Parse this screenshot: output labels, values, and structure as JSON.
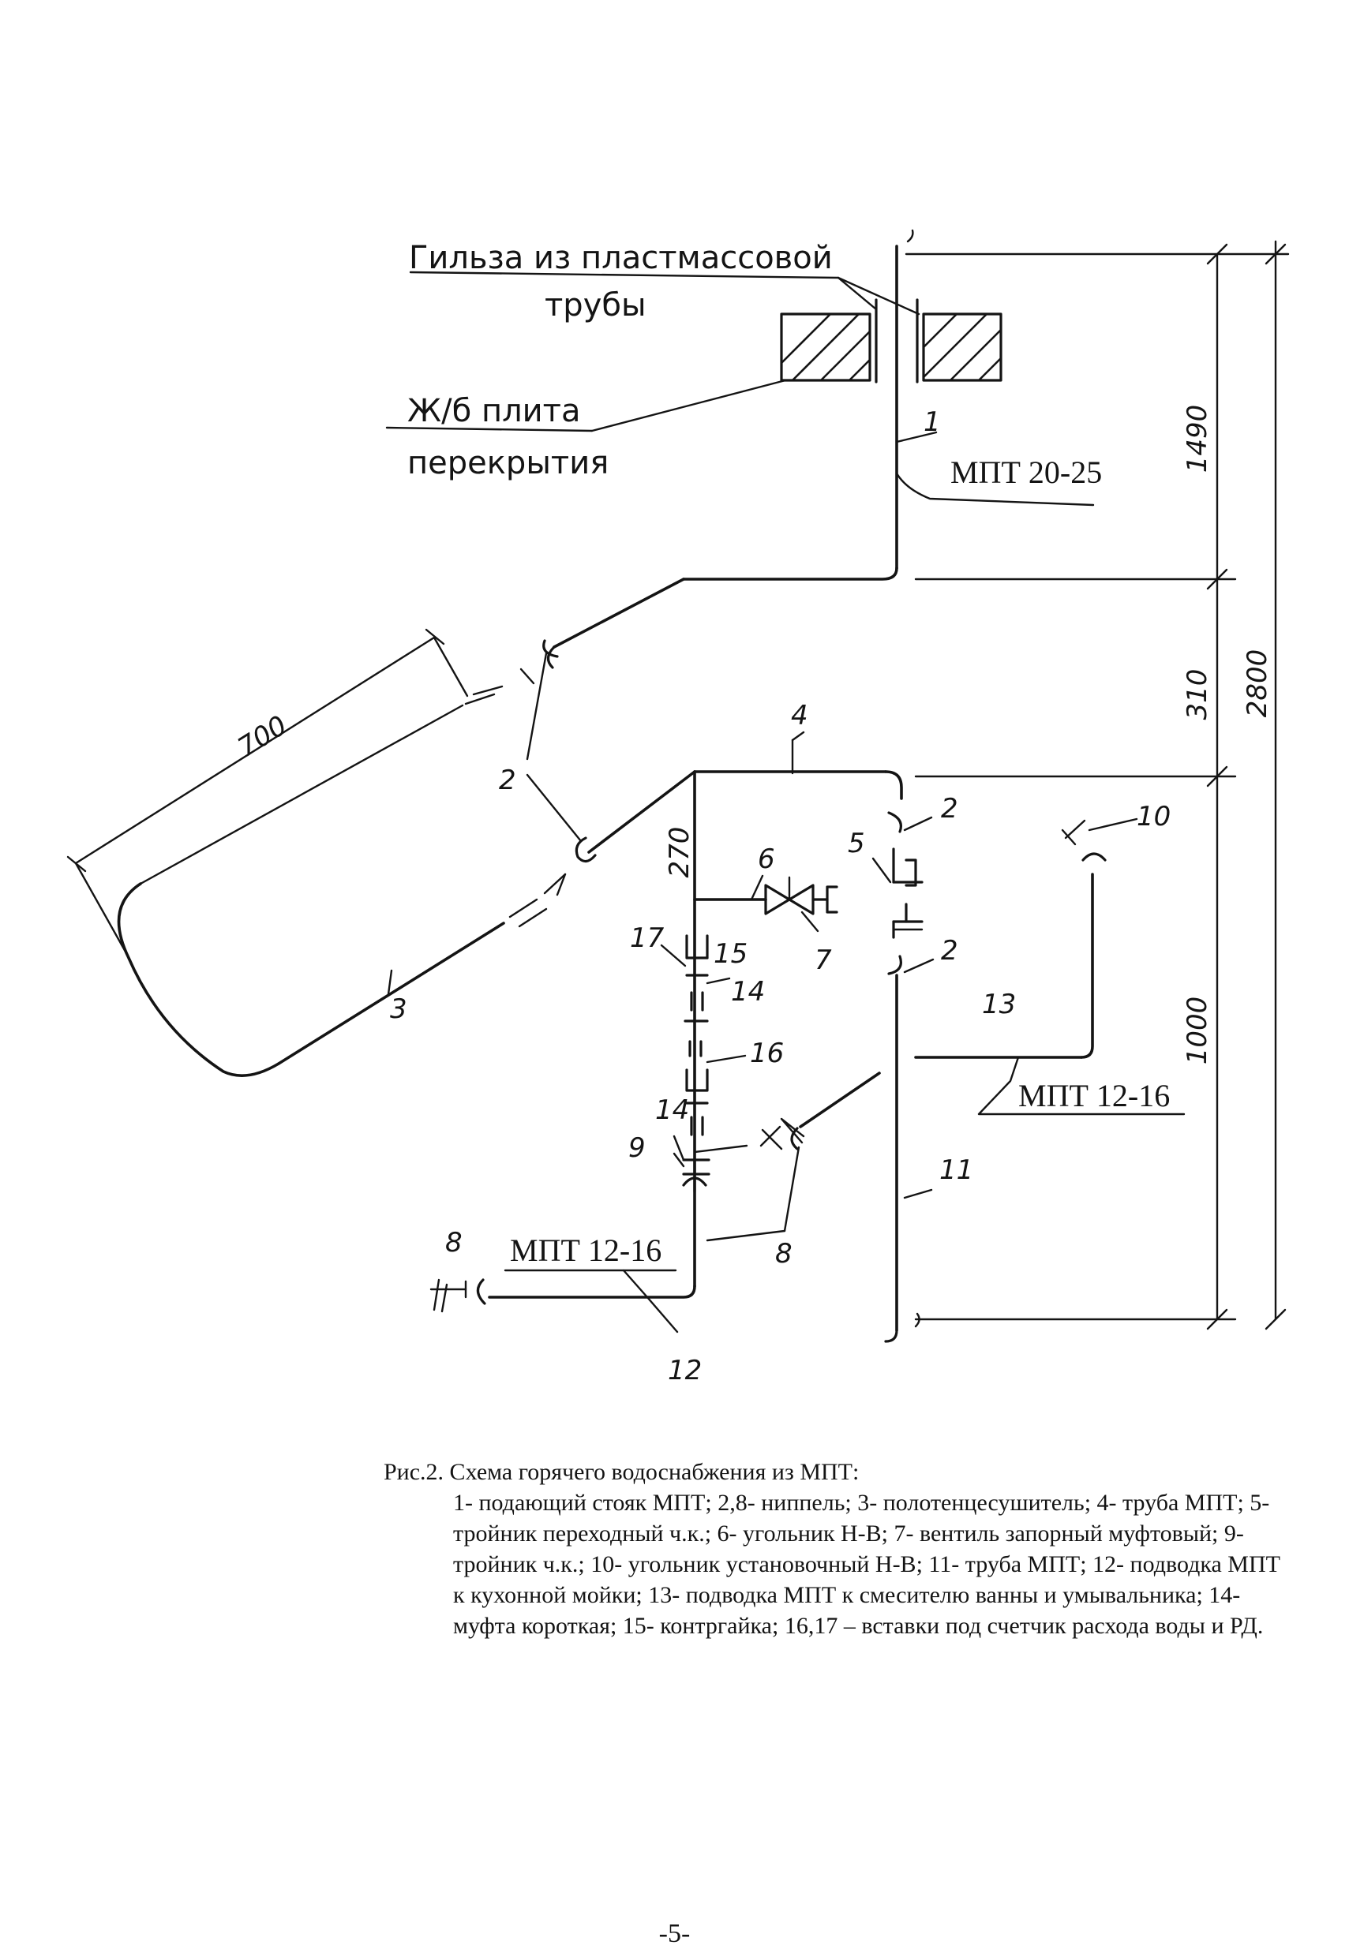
{
  "diagram": {
    "labels": {
      "sleeve_line1": "Гильза из пластмассовой",
      "sleeve_line2": "трубы",
      "slab_line1": "Ж/б плита",
      "slab_line2": "перекрытия",
      "riser_material": "МПТ 20-25",
      "bath_material": "МПТ 12-16",
      "kitchen_material": "МПТ 12-16"
    },
    "dimensions": {
      "upper": "1490",
      "total": "2800",
      "middle": "310",
      "lower": "1000",
      "dryer_width": "700",
      "branch": "270"
    },
    "callouts": {
      "n1": "1",
      "n2a": "2",
      "n2b": "2",
      "n2c": "2",
      "n3": "3",
      "n4": "4",
      "n5": "5",
      "n6": "6",
      "n7": "7",
      "n8a": "8",
      "n8b": "8",
      "n9": "9",
      "n10": "10",
      "n11": "11",
      "n12": "12",
      "n13": "13",
      "n14a": "14",
      "n14b": "14",
      "n15": "15",
      "n16": "16",
      "n17": "17"
    }
  },
  "caption": {
    "title": "Рис.2. Схема горячего водоснабжения из МПТ:",
    "body": "1- подающий стояк МПТ; 2,8- ниппель; 3- полотенцесушитель; 4- труба МПТ; 5- тройник переходный ч.к.; 6- угольник Н-В; 7- вентиль запорный муфтовый; 9- тройник ч.к.; 10- угольник установочный Н-В; 11- труба МПТ; 12- подводка МПТ к кухонной мойки; 13- подводка МПТ к смесителю ванны и умывальника; 14- муфта короткая; 15- контргайка; 16,17 – вставки под счетчик расхода воды и РД."
  },
  "page_number": "-5-"
}
